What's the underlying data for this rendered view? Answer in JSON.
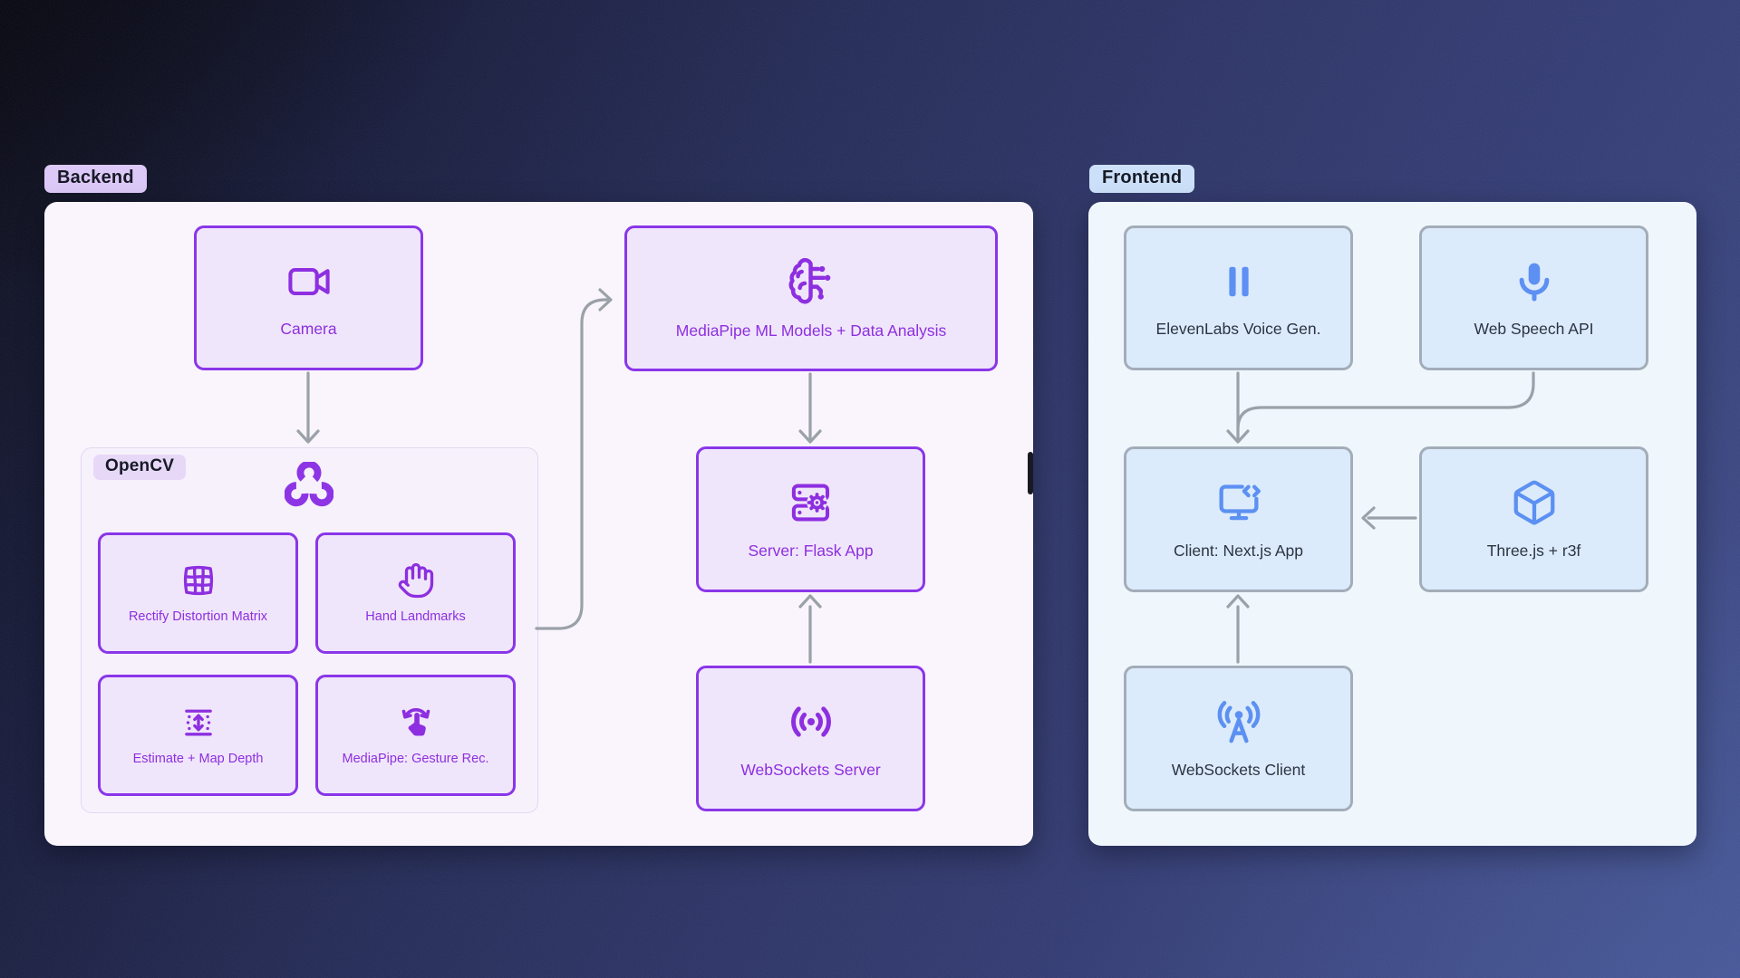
{
  "backend": {
    "label": "Backend",
    "nodes": {
      "camera": {
        "label": "Camera"
      },
      "mediapipe_ml": {
        "label": "MediaPipe ML Models + Data Analysis"
      },
      "flask": {
        "label": "Server: Flask App"
      },
      "ws_server": {
        "label": "WebSockets Server"
      }
    },
    "opencv": {
      "label": "OpenCV",
      "nodes": {
        "rectify": {
          "label": "Rectify Distortion Matrix"
        },
        "hand": {
          "label": "Hand Landmarks"
        },
        "depth": {
          "label": "Estimate + Map Depth"
        },
        "gesture": {
          "label": "MediaPipe: Gesture Rec."
        }
      }
    }
  },
  "frontend": {
    "label": "Frontend",
    "nodes": {
      "elevenlabs": {
        "label": "ElevenLabs Voice Gen."
      },
      "webspeech": {
        "label": "Web Speech API"
      },
      "client": {
        "label": "Client: Next.js App"
      },
      "threejs": {
        "label": "Three.js + r3f"
      },
      "ws_client": {
        "label": "WebSockets Client"
      }
    }
  },
  "icons": [
    "video-camera-icon",
    "brain-circuit-icon",
    "opencv-logo-icon",
    "warped-grid-icon",
    "hand-icon",
    "depth-arrows-icon",
    "gesture-swipe-icon",
    "server-gear-icon",
    "radio-waves-icon",
    "pause-bars-icon",
    "microphone-icon",
    "monitor-code-icon",
    "cube-icon",
    "radio-tower-icon"
  ],
  "colors": {
    "backend_accent": "#8a36e9",
    "backend_fill": "#f0e6fb",
    "backend_panel": "#faf5fc",
    "backend_pill": "#ddc9f7",
    "frontend_accent": "#5c90f2",
    "frontend_fill": "#dcebfb",
    "frontend_panel": "#eff7fd",
    "frontend_pill": "#cce1f9",
    "frontend_border": "#a3adb9",
    "arrow": "#9aa1a8",
    "frontend_text": "#2b3443"
  }
}
